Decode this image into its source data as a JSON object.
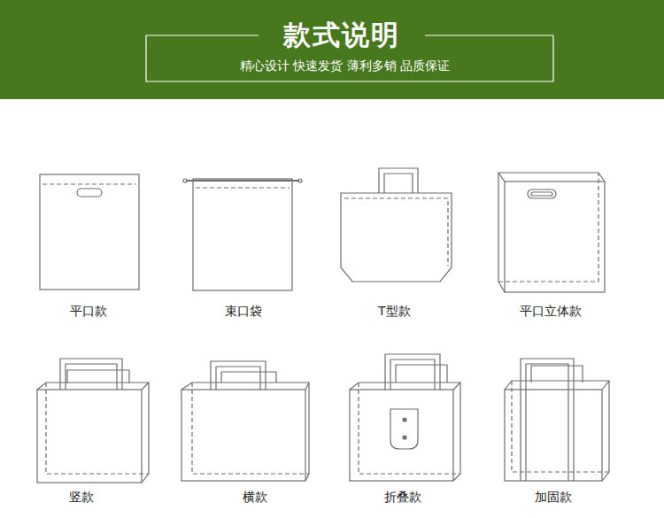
{
  "diagram": {
    "title": "款式说明",
    "labels": [
      "精心设计 快速发货 薄利多销 品质保证",
      "平口款",
      "束口袋",
      "T型款",
      "平口立体款",
      "竖款",
      "横款",
      "折叠款",
      "加固款"
    ]
  }
}
